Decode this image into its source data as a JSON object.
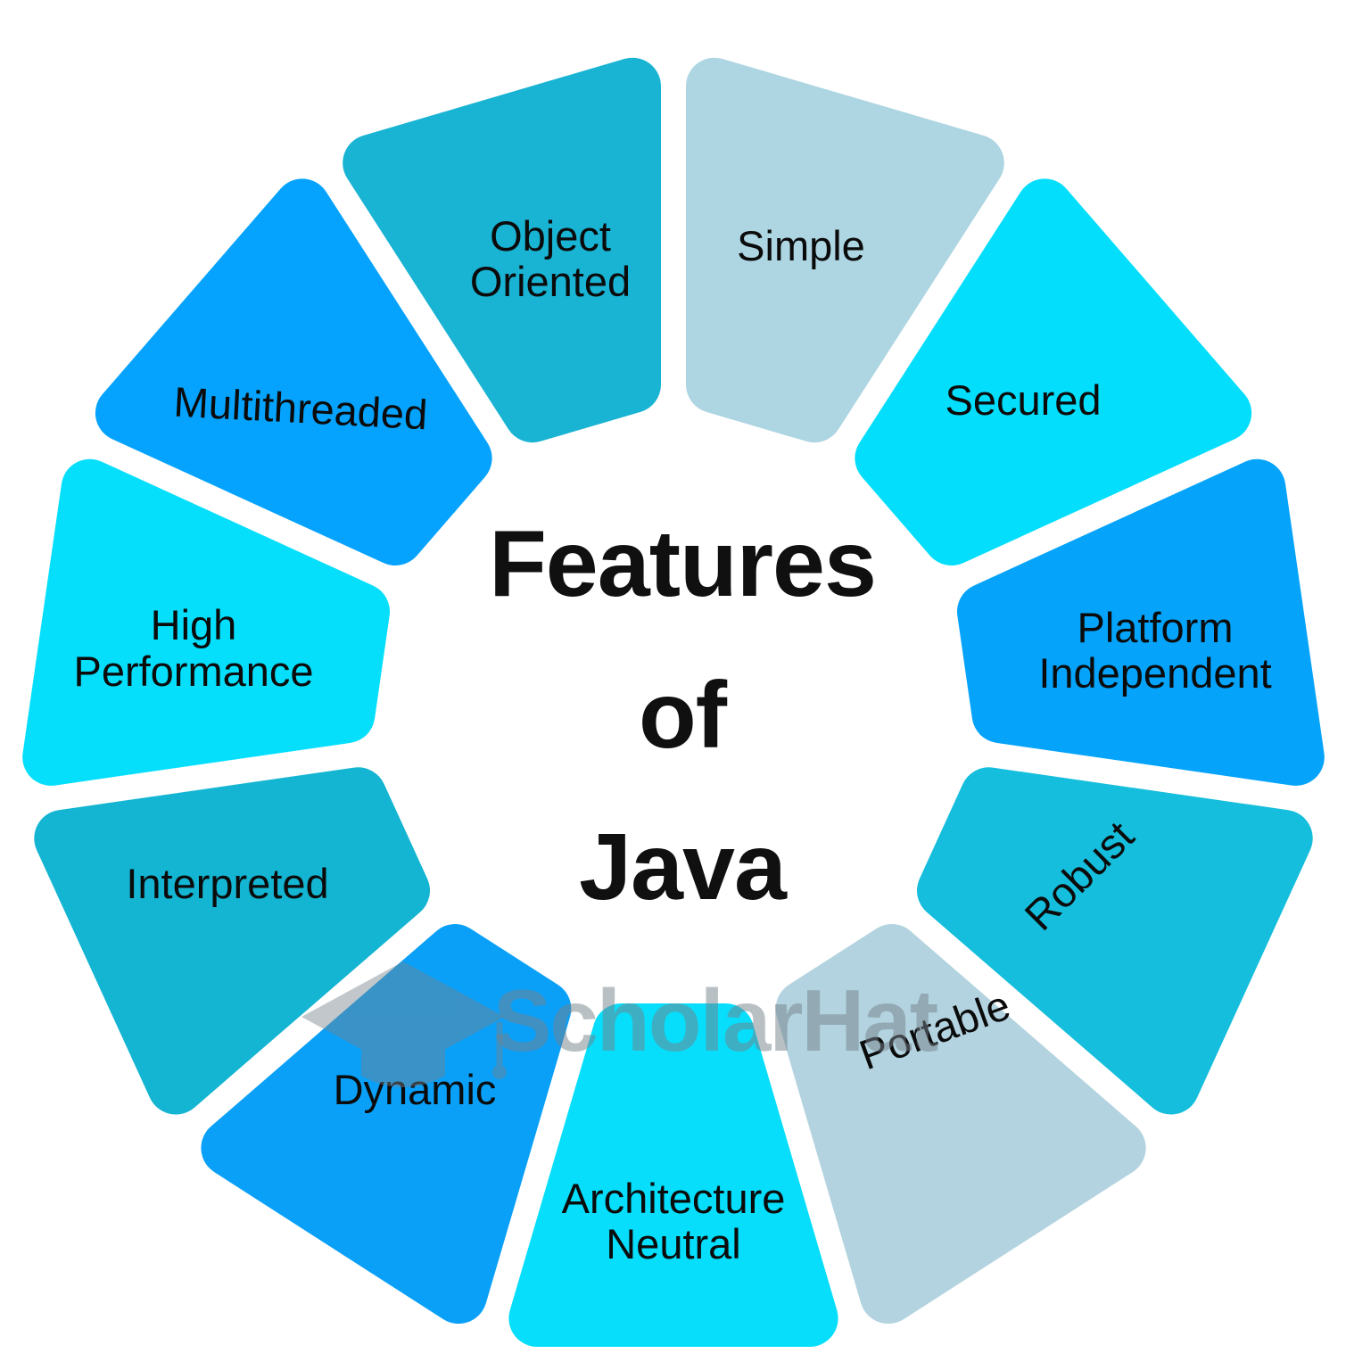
{
  "diagram": {
    "background": "#ffffff",
    "label_color": "#0b0b0b",
    "center_title": {
      "lines": [
        "Features",
        "of",
        "Java"
      ],
      "text_color": "#101010"
    },
    "segments": [
      {
        "id": "simple",
        "lines": [
          "Simple"
        ],
        "color": "#ADD5E2"
      },
      {
        "id": "secured",
        "lines": [
          "Secured"
        ],
        "color": "#02DEFB"
      },
      {
        "id": "platform-independent",
        "lines": [
          "Platform",
          "Independent"
        ],
        "color": "#05A3FA"
      },
      {
        "id": "robust",
        "lines": [
          "Robust"
        ],
        "color": "#15BEDC"
      },
      {
        "id": "portable",
        "lines": [
          "Portable"
        ],
        "color": "#B2D3DF"
      },
      {
        "id": "architecture-neutral",
        "lines": [
          "Architecture",
          "Neutral"
        ],
        "color": "#06DEFB"
      },
      {
        "id": "dynamic",
        "lines": [
          "Dynamic"
        ],
        "color": "#0AA0F8"
      },
      {
        "id": "interpreted",
        "lines": [
          "Interpreted"
        ],
        "color": "#13B5D2"
      },
      {
        "id": "high-performance",
        "lines": [
          "High",
          "Performance"
        ],
        "color": "#05DFFB"
      },
      {
        "id": "multithreaded",
        "lines": [
          "Multithreaded"
        ],
        "color": "#05A3FD"
      },
      {
        "id": "object-oriented",
        "lines": [
          "Object",
          "Oriented"
        ],
        "color": "#19B3D3"
      }
    ]
  },
  "watermark": {
    "text": "ScholarHat",
    "icon": "graduation-cap",
    "color": "#76828B"
  }
}
